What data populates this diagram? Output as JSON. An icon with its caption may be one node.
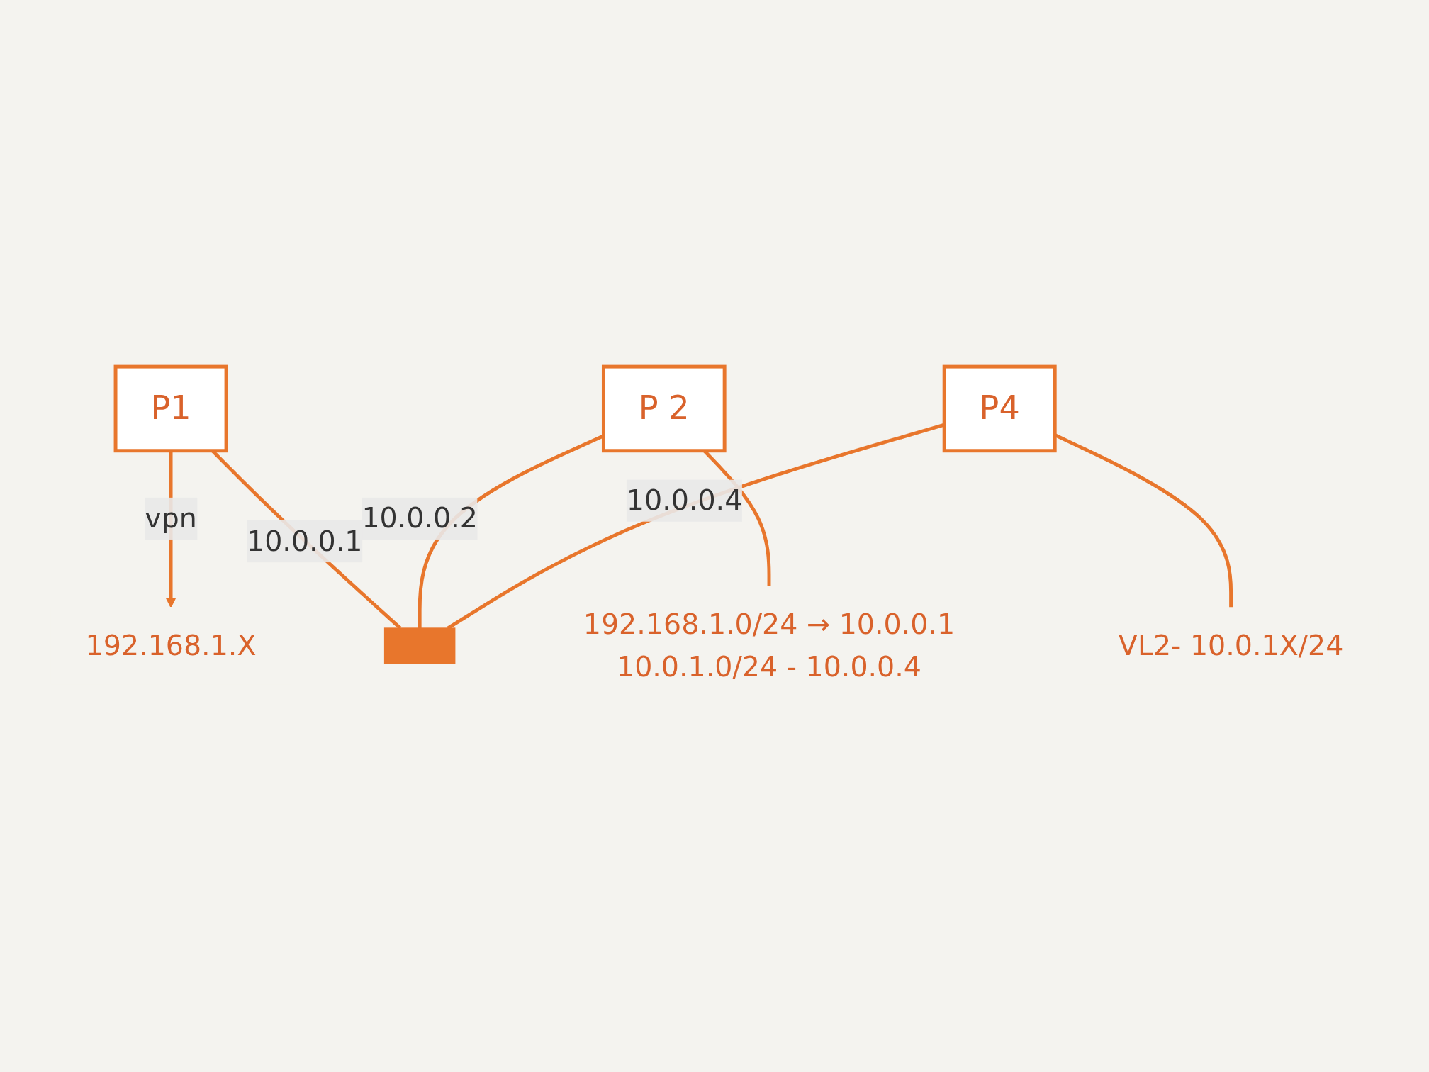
{
  "diagram": {
    "nodes": [
      {
        "text": [
          "P1"
        ]
      },
      {
        "text": [
          "P 2"
        ]
      },
      {
        "text": [
          "P4"
        ]
      },
      {
        "text": [
          "192.168.1.X"
        ]
      },
      {
        "text": [],
        "shape": "bar"
      },
      {
        "text": [
          "192.168.1.0/24 → 10.0.0.1",
          "10.0.1.0/24 - 10.0.0.4"
        ]
      },
      {
        "text": [
          "VL2- 10.0.1X/24"
        ]
      }
    ],
    "edges": [
      {
        "from": 0,
        "to": 3,
        "arrow": "to",
        "label": "vpn"
      },
      {
        "from": 0,
        "to": 4,
        "arrow": "none",
        "label": "10.0.0.1"
      },
      {
        "from": 1,
        "to": 4,
        "arrow": "none",
        "label": "10.0.0.2"
      },
      {
        "from": 2,
        "to": 4,
        "arrow": "none",
        "label": "10.0.0.4"
      },
      {
        "from": 1,
        "to": 5,
        "arrow": "none"
      },
      {
        "from": 2,
        "to": 6,
        "arrow": "none"
      }
    ]
  }
}
